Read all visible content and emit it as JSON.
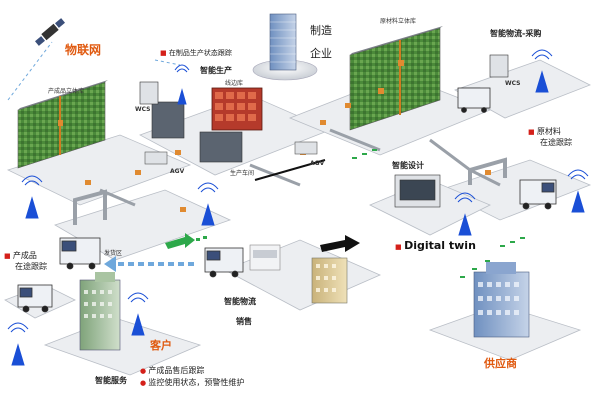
{
  "labels": {
    "iot": "物联网",
    "wip_tracking": "在制品生产状态跟踪",
    "smart_production": "智能生产",
    "manufacturing": "制造",
    "enterprise": "企业",
    "raw_warehouse": "原材料立体库",
    "smart_logistics_purchase": "智能物流-采购",
    "finished_warehouse": "产成品立体库",
    "line_warehouse": "线边库",
    "wcs_left": "WCS",
    "wcs_right": "WCS",
    "agv_left": "AGV",
    "agv_right": "AGV",
    "production_workshop": "生产车间",
    "raw_material_transit": "原材料",
    "raw_material_transit2": "在途跟踪",
    "smart_design": "智能设计",
    "digital_twin": "Digital twin",
    "finished_transit": "产成品",
    "finished_transit2": "在途跟踪",
    "shipping_area": "发货区",
    "smart_logistics": "智能物流",
    "sales": "销售",
    "customer": "客户",
    "smart_service": "智能服务",
    "after_sales": "产成品售后跟踪",
    "monitoring": "监控使用状态，预警性维护",
    "supplier": "供应商"
  },
  "colors": {
    "orange_accent": "#e05a10",
    "bullet_red": "#d4201a",
    "tower_blue": "#1a4fd6",
    "platform_gray": "#e9ebee",
    "rack_green": "#4b8a3a",
    "arrow_blue": "#6fa8dc",
    "arrow_green": "#2da84a"
  }
}
